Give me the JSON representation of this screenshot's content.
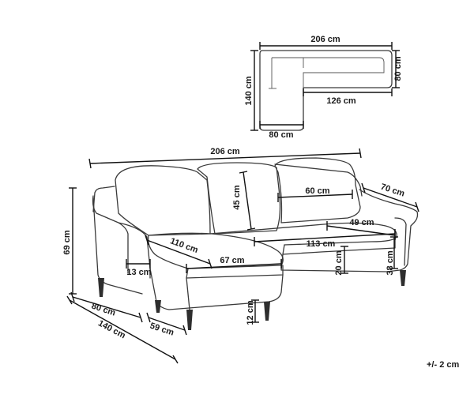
{
  "top_view": {
    "width_total": "206 cm",
    "depth_main": "80 cm",
    "depth_chaise": "140 cm",
    "seat_length": "126 cm",
    "chaise_width": "80 cm"
  },
  "dimensions": {
    "overall_width": "206 cm",
    "overall_height": "69 cm",
    "depth_main": "80 cm",
    "depth_chaise": "140 cm",
    "chaise_width": "59 cm",
    "leg_height": "12 cm",
    "seat_height": "38 cm",
    "seat_thickness": "20 cm",
    "backrest_height": "45 cm",
    "seat_depth_back": "60 cm",
    "arm_depth": "70 cm",
    "seat_width_main": "113 cm",
    "seat_depth_main": "49 cm",
    "chaise_length": "110 cm",
    "chaise_seat_width": "67 cm",
    "arm_width": "13 cm"
  },
  "tolerance": "+/- 2 cm"
}
